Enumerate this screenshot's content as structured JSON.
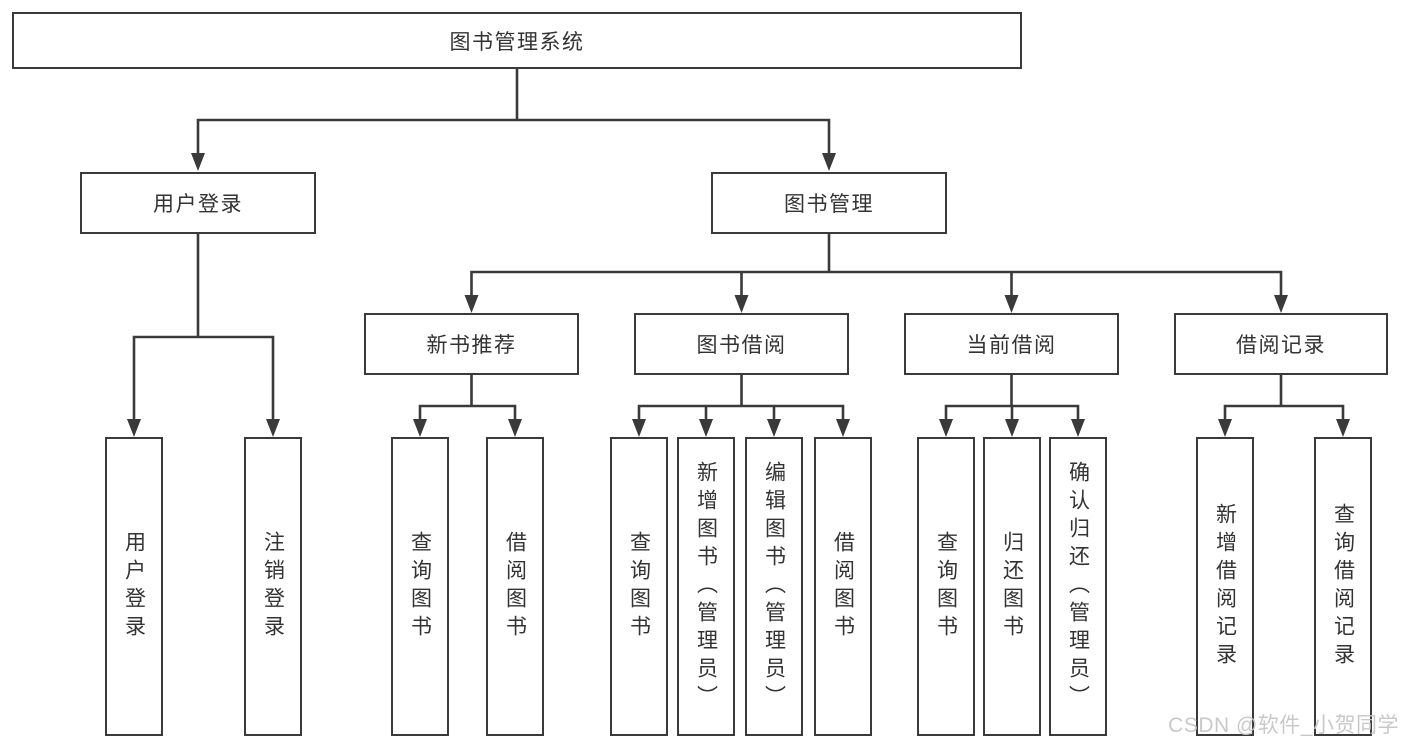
{
  "diagram": {
    "root": {
      "label": "图书管理系统"
    },
    "level2": [
      {
        "label": "用户登录"
      },
      {
        "label": "图书管理"
      }
    ],
    "level3": [
      {
        "label": "新书推荐"
      },
      {
        "label": "图书借阅"
      },
      {
        "label": "当前借阅"
      },
      {
        "label": "借阅记录"
      }
    ],
    "leaves": {
      "user_login": [
        "用户登录",
        "注销登录"
      ],
      "new_books": [
        "查询图书",
        "借阅图书"
      ],
      "book_borrow": [
        "查询图书",
        "新增图书（管理员）",
        "编辑图书（管理员）",
        "借阅图书"
      ],
      "current_borrow": [
        "查询图书",
        "归还图书",
        "确认归还（管理员）"
      ],
      "borrow_records": [
        "新增借阅记录",
        "查询借阅记录"
      ]
    }
  },
  "watermark": "CSDN @软件_小贺同学",
  "colors": {
    "line": "#3a3a3a",
    "text": "#333333",
    "watermark": "#c6c6c6",
    "background": "#ffffff"
  }
}
